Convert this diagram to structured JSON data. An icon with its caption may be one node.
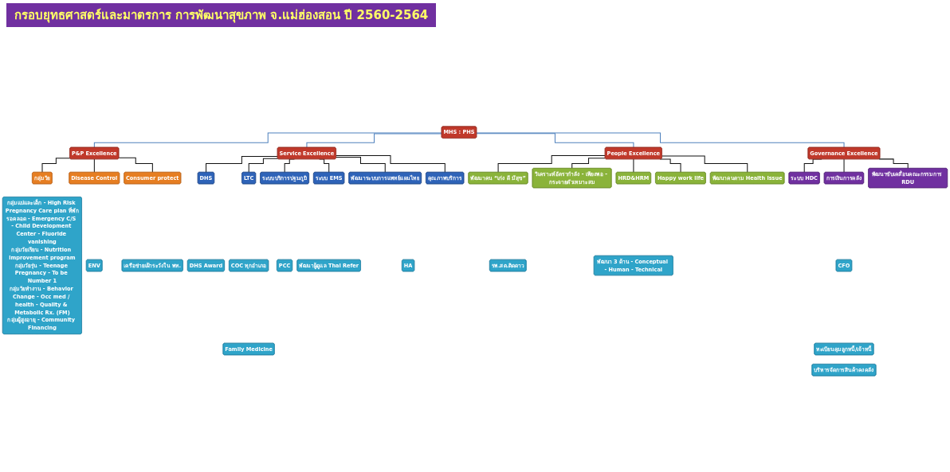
{
  "diagram": {
    "title": "กรอบยุทธศาสตร์และมาตรการ การพัฒนาสุขภาพ จ.แม่ฮ่องสอน ปี 2560-2564",
    "nodes": [
      {
        "text": [
          "MHS : PHS"
        ]
      },
      {
        "text": [
          "P&P Excellence"
        ]
      },
      {
        "text": [
          "Service Excellence"
        ]
      },
      {
        "text": [
          "People Excellence"
        ]
      },
      {
        "text": [
          "Governance Excellence"
        ]
      },
      {
        "text": [
          "กลุ่มวัย"
        ]
      },
      {
        "text": [
          "กลุ่มแม่และเด็ก - High Risk Pregnancy Care plan ที่พักรอคลอด - Emergency C/S - Child Development Center - Fluoride vanishing",
          "กลุ่มวัยเรียน - Nutrition improvement program",
          "กลุ่มวัยรุ่น - Teenage Pregnancy - To be Number 1",
          "กลุ่มวัยทำงาน - Behavior Change - Occ med / health - Quality & Metabolic Rx. (FM)",
          "กลุ่มผู้สูงอายุ - Community Financing"
        ]
      },
      {
        "text": [
          "Disease Control"
        ]
      },
      {
        "text": [
          "ENV"
        ]
      },
      {
        "text": [
          "Consumer protect"
        ]
      },
      {
        "text": [
          "เครือข่ายเฝ้าระวังใน พท."
        ]
      },
      {
        "text": [
          "DHS"
        ]
      },
      {
        "text": [
          "DHS Award"
        ]
      },
      {
        "text": [
          "LTC"
        ]
      },
      {
        "text": [
          "COC ทุกอำเภอ"
        ]
      },
      {
        "text": [
          "Family Medicine"
        ]
      },
      {
        "text": [
          "ระบบบริการปฐมภูมิ"
        ]
      },
      {
        "text": [
          "PCC"
        ]
      },
      {
        "text": [
          "ระบบ EMS"
        ]
      },
      {
        "text": [
          "พัฒนาผู้ดูแล Thai Refer"
        ]
      },
      {
        "text": [
          "พัฒนาระบบการแพทย์แผนไทย"
        ]
      },
      {
        "text": [
          "คุณภาพบริการ"
        ]
      },
      {
        "text": [
          "HA"
        ]
      },
      {
        "text": [
          "รพ.สต.ติดดาว"
        ]
      },
      {
        "text": [
          "พัฒนาคน “เก่ง ดี มีสุข”"
        ]
      },
      {
        "text": [
          "วิเคราะห์อัตรากำลัง - เพียงพอ - กระจายตัวเหมาะสม"
        ]
      },
      {
        "text": [
          "HRD&HRM"
        ]
      },
      {
        "text": [
          "พัฒนา 3 ด้าน - Conceptual - Human - Technical"
        ]
      },
      {
        "text": [
          "Happy work life"
        ]
      },
      {
        "text": [
          "พัฒนาคนตาม Health issue"
        ]
      },
      {
        "text": [
          "ระบบ HDC"
        ]
      },
      {
        "text": [
          "การเงินการคลัง"
        ]
      },
      {
        "text": [
          "CFO"
        ]
      },
      {
        "text": [
          "ทะเบียนคุมลูกหนี้/เจ้าหนี้"
        ]
      },
      {
        "text": [
          "บริหารจัดการสินค้าคงคลัง"
        ]
      },
      {
        "text": [
          "พัฒนาขับเคลื่อนคณะกรรมการ RDU"
        ]
      }
    ],
    "edges": [
      {
        "from": 0,
        "to": 1,
        "arrow": "none",
        "color": "#4f81bd"
      },
      {
        "from": 0,
        "to": 2,
        "arrow": "none",
        "color": "#4f81bd"
      },
      {
        "from": 0,
        "to": 3,
        "arrow": "none",
        "color": "#4f81bd"
      },
      {
        "from": 0,
        "to": 4,
        "arrow": "none",
        "color": "#4f81bd"
      },
      {
        "from": 1,
        "to": 5,
        "arrow": "none"
      },
      {
        "from": 1,
        "to": 7,
        "arrow": "none"
      },
      {
        "from": 1,
        "to": 9,
        "arrow": "none"
      },
      {
        "from": 2,
        "to": 11,
        "arrow": "none"
      },
      {
        "from": 2,
        "to": 13,
        "arrow": "none"
      },
      {
        "from": 2,
        "to": 16,
        "arrow": "none"
      },
      {
        "from": 2,
        "to": 18,
        "arrow": "none"
      },
      {
        "from": 2,
        "to": 20,
        "arrow": "none"
      },
      {
        "from": 2,
        "to": 21,
        "arrow": "none"
      },
      {
        "from": 3,
        "to": 24,
        "arrow": "none"
      },
      {
        "from": 3,
        "to": 25,
        "arrow": "none"
      },
      {
        "from": 3,
        "to": 26,
        "arrow": "none"
      },
      {
        "from": 3,
        "to": 28,
        "arrow": "none"
      },
      {
        "from": 3,
        "to": 29,
        "arrow": "none"
      },
      {
        "from": 4,
        "to": 30,
        "arrow": "none"
      },
      {
        "from": 4,
        "to": 31,
        "arrow": "none"
      },
      {
        "from": 4,
        "to": 35,
        "arrow": "none"
      }
    ]
  }
}
